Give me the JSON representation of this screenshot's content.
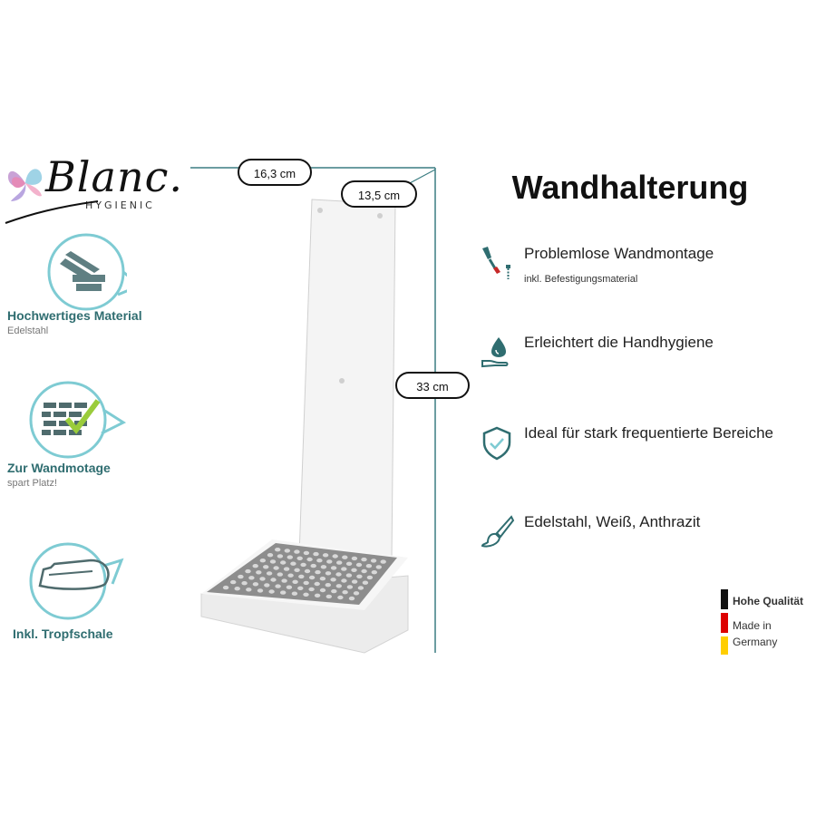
{
  "logo": {
    "name": "Blanc.",
    "sub": "HYGIENIC"
  },
  "left_features": [
    {
      "title": "Hochwertiges Material",
      "sub": "Edelstahl",
      "icon": "steel-beam-icon"
    },
    {
      "title": "Zur Wandmotage",
      "sub": "spart Platz!",
      "icon": "brick-wall-check-icon"
    },
    {
      "title": "Inkl. Tropfschale",
      "sub": "",
      "icon": "drip-tray-icon"
    }
  ],
  "dimensions": {
    "width_total": "16,3 cm",
    "width_plate": "13,5 cm",
    "height": "33 cm"
  },
  "heading": "Wandhalterung",
  "right_features": [
    {
      "label": "Problemlose Wandmontage",
      "sub": "inkl. Befestigungsmaterial",
      "icon": "screwdriver-icon"
    },
    {
      "label": "Erleichtert die Handhygiene",
      "sub": "",
      "icon": "hand-drop-icon"
    },
    {
      "label": "Ideal für stark frequentierte Bereiche",
      "sub": "",
      "icon": "shield-check-icon"
    },
    {
      "label": "Edelstahl, Weiß, Anthrazit",
      "sub": "",
      "icon": "paint-brush-icon"
    }
  ],
  "badge": {
    "quality": "Hohe Qualität",
    "made_in_1": "Made in",
    "made_in_2": "Germany"
  },
  "colors": {
    "teal": "#2f6d70",
    "drop_stroke": "#7ecbd3",
    "flag_black": "#111111",
    "flag_red": "#dd0000",
    "flag_gold": "#ffce00"
  }
}
